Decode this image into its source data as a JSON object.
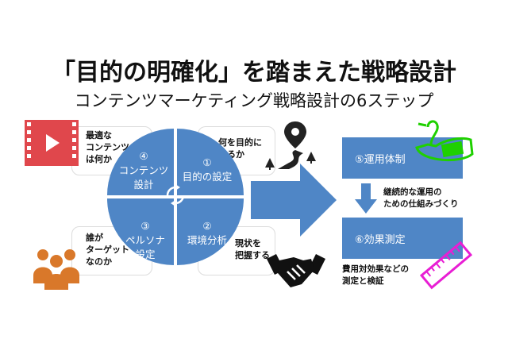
{
  "title": "「目的の明確化」を踏まえた戦略設計",
  "subtitle": "コンテンツマーケティング戦略設計の6ステップ",
  "quadrants": {
    "top_left": {
      "num": "④",
      "line1": "コンテンツ",
      "line2": "設計"
    },
    "top_right": {
      "num": "①",
      "line1": "目的の設定"
    },
    "bottom_left": {
      "num": "③",
      "line1": "ペルソナ",
      "line2": "設定"
    },
    "bottom_right": {
      "num": "②",
      "line1": "環境分析"
    }
  },
  "notes": {
    "top_left": [
      "最適な",
      "コンテンツ",
      "は何か"
    ],
    "top_right": [
      "何を目的に",
      "するか"
    ],
    "bottom_left": [
      "誰が",
      "ターゲット",
      "なのか"
    ],
    "bottom_right": [
      "現状を",
      "把握する"
    ]
  },
  "steps": {
    "step5": "⑤運用体制",
    "step5_note": [
      "継続的な運用の",
      "ための仕組みづくり"
    ],
    "step6": "⑥効果測定",
    "step6_note": [
      "費用対効果などの",
      "測定と検証"
    ]
  },
  "icons": [
    "video-icon",
    "map-pin-road-icon",
    "people-icon",
    "handshake-icon",
    "swan-boat-icon",
    "ruler-icon"
  ],
  "colors": {
    "quadrant_blue": "#4f86c6",
    "video_red": "#e0474c",
    "people_orange": "#d9782a",
    "swan_green": "#1fd000",
    "ruler_magenta": "#e81ed4"
  }
}
